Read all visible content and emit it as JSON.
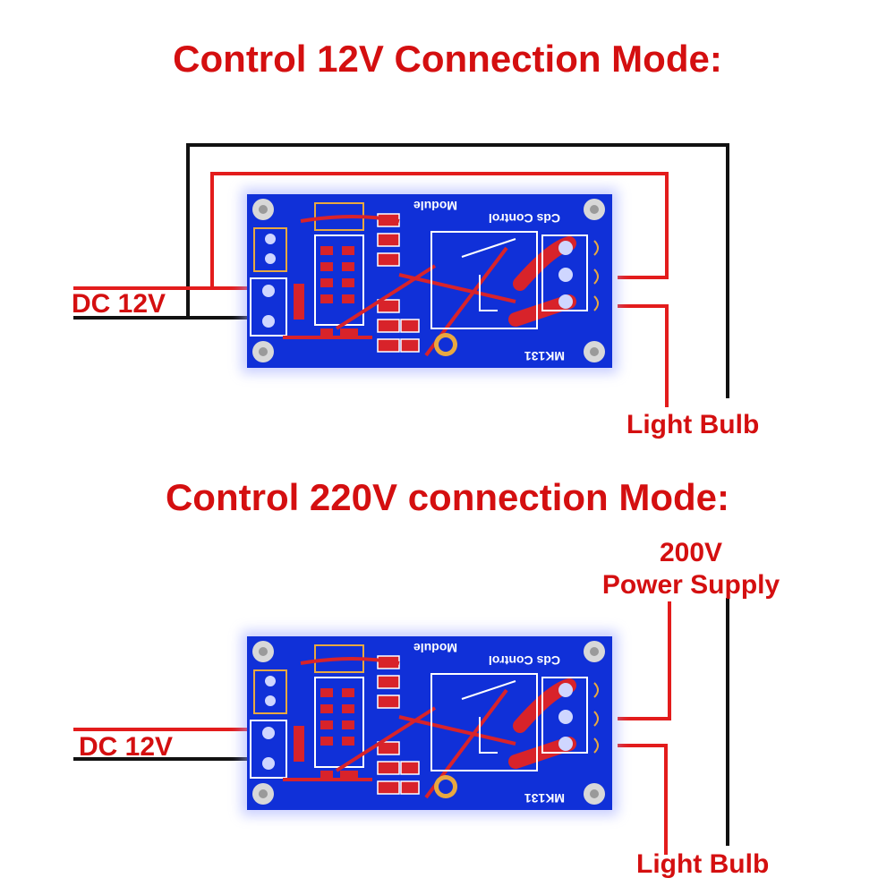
{
  "diagrams": [
    {
      "heading": "Control 12V Connection Mode:",
      "input_label": "DC 12V",
      "load_label": "Light Bulb",
      "board": {
        "model": "MK131",
        "title_line1": "Cds Control",
        "title_line2": "Module"
      }
    },
    {
      "heading": "Control 220V connection Mode:",
      "input_label": "DC 12V",
      "supply_label_line1": "200V",
      "supply_label_line2": "Power Supply",
      "load_label": "Light Bulb",
      "board": {
        "model": "MK131",
        "title_line1": "Cds Control",
        "title_line2": "Module"
      }
    }
  ],
  "colors": {
    "wire_red": "#e31c1c",
    "wire_black": "#111111",
    "text_red": "#d40f10",
    "board_blue": "#1030d8",
    "board_glow": "#9aa4ff",
    "trace_red": "#d8232a"
  }
}
